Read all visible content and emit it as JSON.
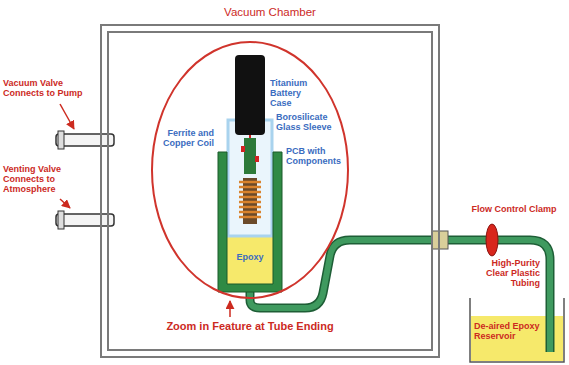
{
  "diagram": {
    "nodes": [
      {
        "text": [
          "Vacuum Chamber"
        ]
      }
    ],
    "labels": [
      "Titanium Battery Case",
      "Borosilicate Glass Sleeve",
      "Ferrite and Copper Coil",
      "PCB with Components",
      "Epoxy",
      "Vacuum Valve Connects to Pump",
      "Venting Valve Connects to Atmosphere",
      "Zoom in Feature at Tube Ending",
      "Flow Control Clamp",
      "High-Purity Clear Plastic Tubing",
      "De-aired Epoxy Reservoir"
    ]
  }
}
